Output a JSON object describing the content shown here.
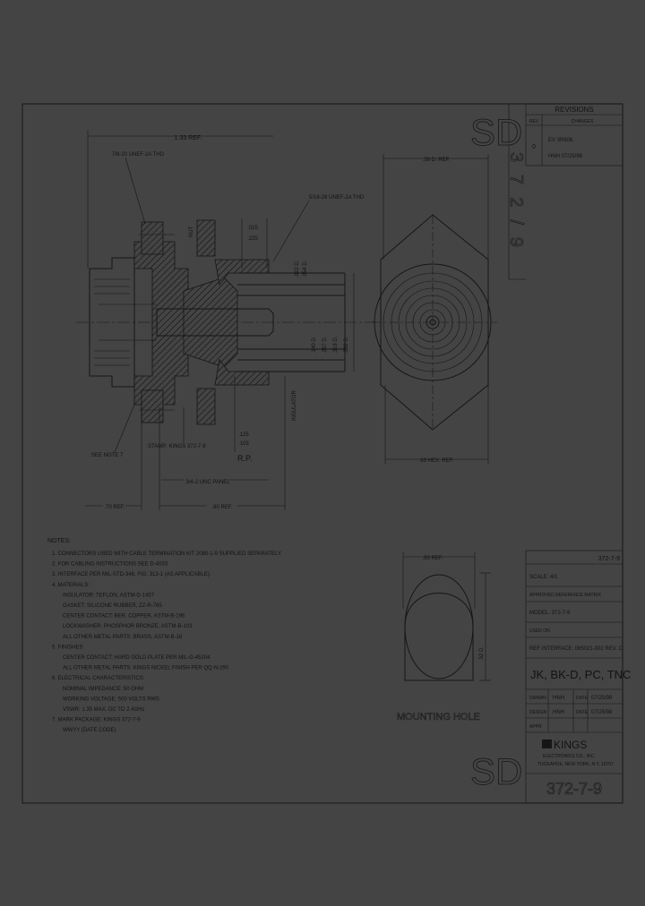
{
  "colors": {
    "background": "#444444",
    "ink": "#121212"
  },
  "revisions": {
    "title": "REVISIONS",
    "col_rev": "REV",
    "col_changes": "CHANGES",
    "rev": "0",
    "change_1": "EV 3R606",
    "change_2": "HNH 07/25/98"
  },
  "watermark": {
    "top": "SD",
    "bottom": "SD",
    "vertical": "372/9"
  },
  "front_view": {
    "overall_length": "1.33 REF.",
    "rear_thread": "7/8-20 UNEF-2A THD",
    "front_thread": "5/16-28 UNEF-2A THD",
    "dim_015": ".015",
    "dim_225": ".225",
    "dim_022": ".022 D.",
    "dim_054": ".054 D.",
    "dim_140": ".140 D.",
    "dim_257": ".257 D.",
    "dim_318": ".318 D.",
    "dim_389": ".389 D.",
    "nut": "NUT",
    "insulator": "INSULATOR",
    "dim_125": ".125",
    "dim_103": ".103",
    "rp": "R.P.",
    "see_note": "SEE NOTE 7",
    "stamp": "STAMP: KINGS 372-7-9",
    "panel": "3/4-2 UNC PANEL",
    "dim_70": ".70 REF.",
    "dim_80": ".80 REF."
  },
  "side_view": {
    "dia_label": ".59 D. REF.",
    "hex_label": ".63 HEX. REF."
  },
  "mounting_hole": {
    "title": "MOUNTING HOLE",
    "width": ".50 REF.",
    "height": ".52 D."
  },
  "notes": {
    "title": "NOTES:",
    "lines": [
      "1. CONNECTORS USED WITH CABLE TERMINATION KIT 2080-1-9 SUPPLIED SEPARATELY.",
      "2. FOR CABLING INSTRUCTIONS SEE D-4033",
      "3. INTERFACE PER MIL-STD-348, FIG. 313-1 (AS APPLICABLE).",
      "4. MATERIALS:",
      "   INSULATOR: TEFLON, ASTM-D-1457",
      "   GASKET: SILICONE RUBBER, ZZ-R-765",
      "   CENTER CONTACT: BER. COPPER, ASTM-B-196",
      "   LOCKWASHER: PHOSPHOR BRONZE, ASTM-B-103",
      "   ALL OTHER METAL PARTS: BRASS, ASTM-B-16",
      "5. FINISHES:",
      "   CENTER CONTACT: HARD GOLD PLATE PER MIL-G-45204",
      "   ALL OTHER METAL PARTS: KINGS NICKEL FINISH PER QQ-N-290",
      "6. ELECTRICAL CHARACTERISTICS:",
      "   NOMINAL IMPEDANCE: 50 OHM",
      "   WORKING VOLTAGE: 500 VOLTS RMS",
      "   VSWR: 1.35 MAX. DC TO 2.4GHz",
      "7. MARK PACKAGE: KINGS 372-7-9",
      "   WWYY (DATE CODE)"
    ]
  },
  "title_block": {
    "part_top": "372-7-9",
    "scale": "SCALE: 4/1",
    "approved": "APPROVED REFERENCE MATRIX",
    "model": "MODEL: 372-7-9",
    "used_on": "USED ON",
    "ref_interface": "REF INTERFACE: 085021-002 REV. C",
    "description": "JK, BK-D, PC, TNC",
    "rows": [
      {
        "label": "DRAWN",
        "name": "HNH",
        "date_label": "DATE",
        "date": "07/25/98"
      },
      {
        "label": "DESIGN",
        "name": "HNH",
        "date_label": "DATE",
        "date": "07/25/98"
      },
      {
        "label": "APPR",
        "name": "",
        "date_label": "",
        "date": ""
      }
    ],
    "company": "KINGS",
    "company_sub1": "ELECTRONICS CO., INC.",
    "company_sub2": "TUCKAHOE, NEW YORK, N.Y. 10707",
    "part_number": "372-7-9"
  }
}
